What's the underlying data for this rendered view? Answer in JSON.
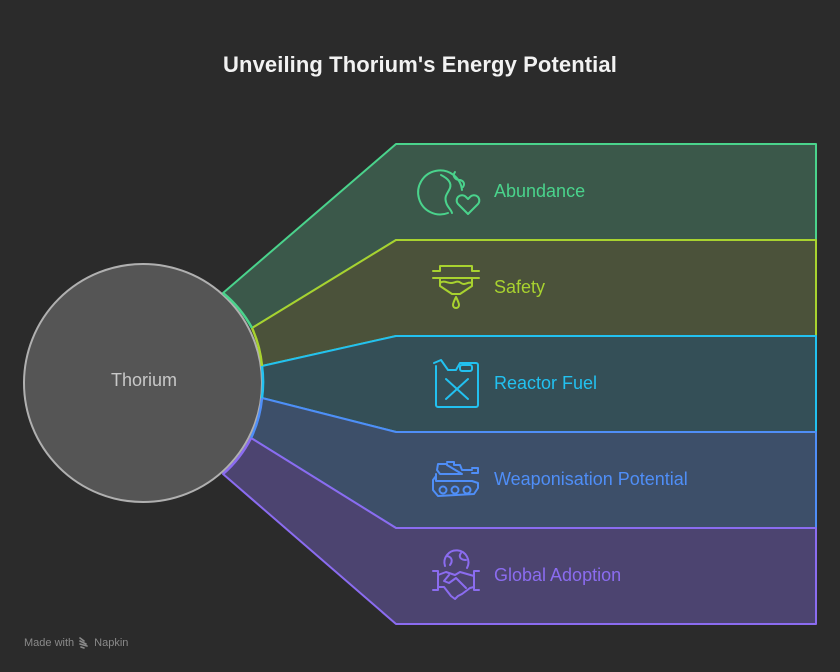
{
  "title": "Unveiling Thorium's Energy Potential",
  "center": {
    "label": "Thorium",
    "fill": "#555555",
    "stroke": "#b0b0b0"
  },
  "items": [
    {
      "label": "Abundance",
      "icon": "globe-heart-icon",
      "color": "#4ad38c",
      "fill": "#3b584a"
    },
    {
      "label": "Safety",
      "icon": "containment-leak-icon",
      "color": "#a8d22f",
      "fill": "#4b523a"
    },
    {
      "label": "Reactor Fuel",
      "icon": "fuel-canister-icon",
      "color": "#22c1f0",
      "fill": "#344f57"
    },
    {
      "label": "Weaponisation Potential",
      "icon": "tank-icon",
      "color": "#4f8ef7",
      "fill": "#3d4f69"
    },
    {
      "label": "Global Adoption",
      "icon": "globe-handshake-icon",
      "color": "#8b6cf0",
      "fill": "#4c4470"
    }
  ],
  "footer": {
    "made_with": "Made with",
    "brand": "Napkin"
  }
}
